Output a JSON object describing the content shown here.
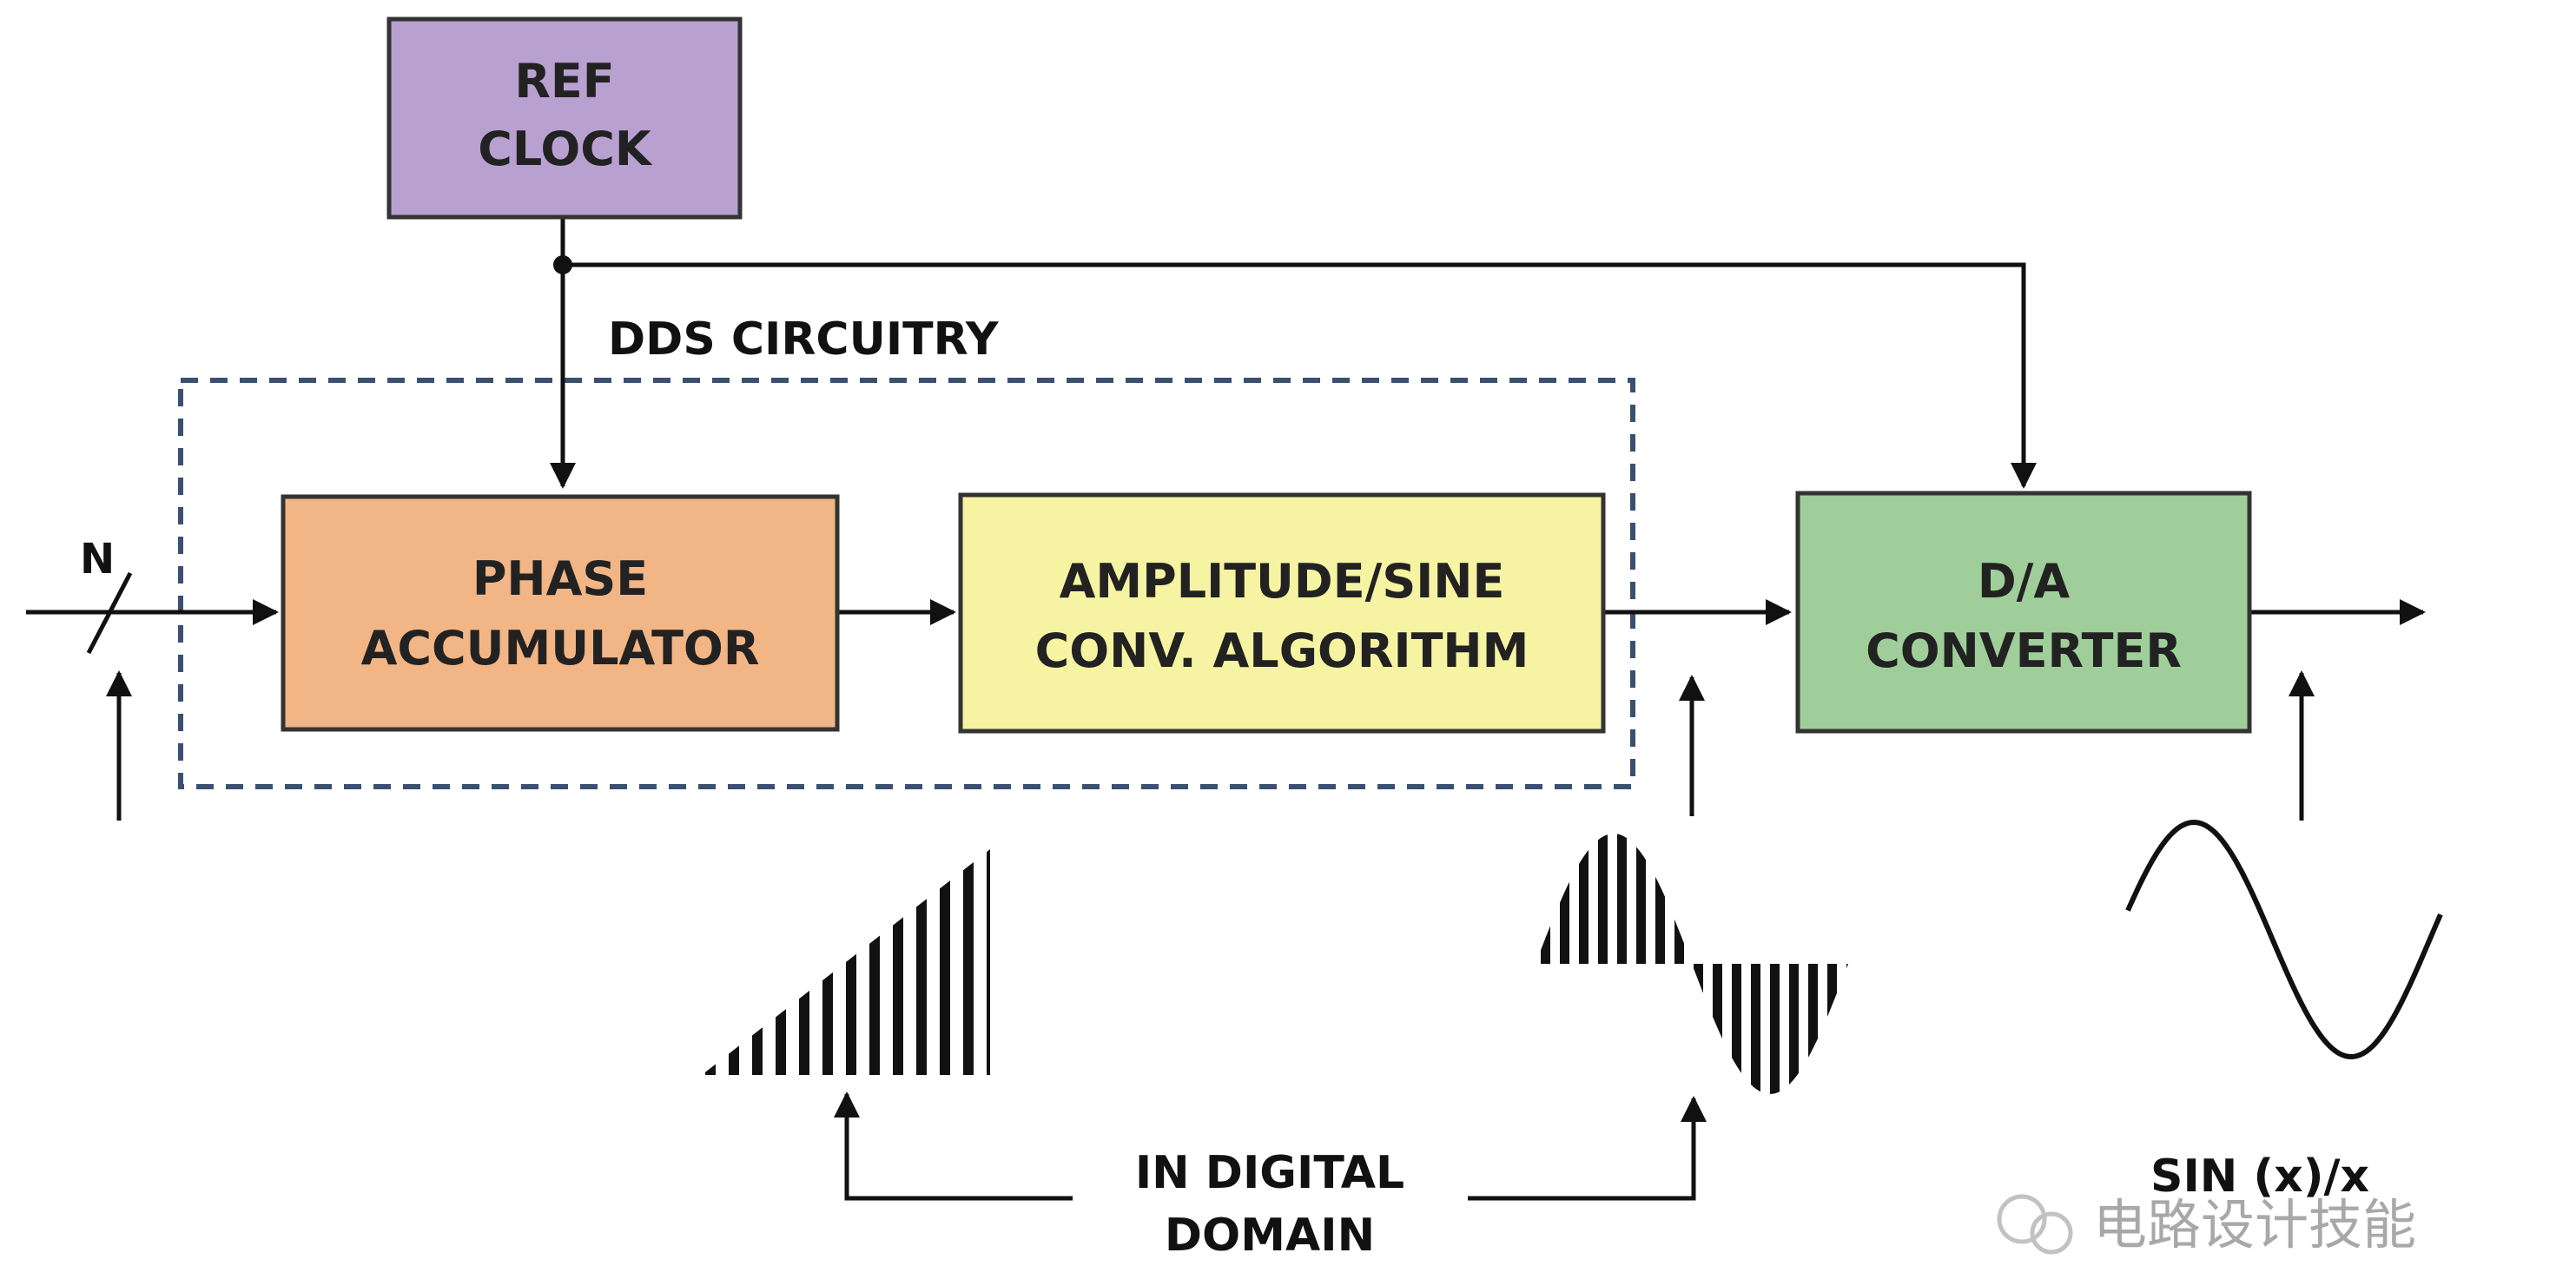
{
  "blocks": {
    "ref_clock": {
      "line1": "REF",
      "line2": "CLOCK",
      "fill": "#b8a0d0"
    },
    "phase_acc": {
      "line1": "PHASE",
      "line2": "ACCUMULATOR",
      "fill": "#f2b585"
    },
    "amp_sine": {
      "line1": "AMPLITUDE/SINE",
      "line2": "CONV. ALGORITHM",
      "fill": "#f6f4a2"
    },
    "dac": {
      "line1": "D/A",
      "line2": "CONVERTER",
      "fill": "#9fce9a"
    }
  },
  "labels": {
    "dds_circuitry": "DDS CIRCUITRY",
    "n_input": "N",
    "in_digital_line1": "IN DIGITAL",
    "in_digital_line2": "DOMAIN",
    "sinx": "SIN (x)/x"
  },
  "watermark": "电路设计技能",
  "colors": {
    "line": "#111111",
    "dashed_border": "#3a5070",
    "block_stroke": "#333333"
  }
}
